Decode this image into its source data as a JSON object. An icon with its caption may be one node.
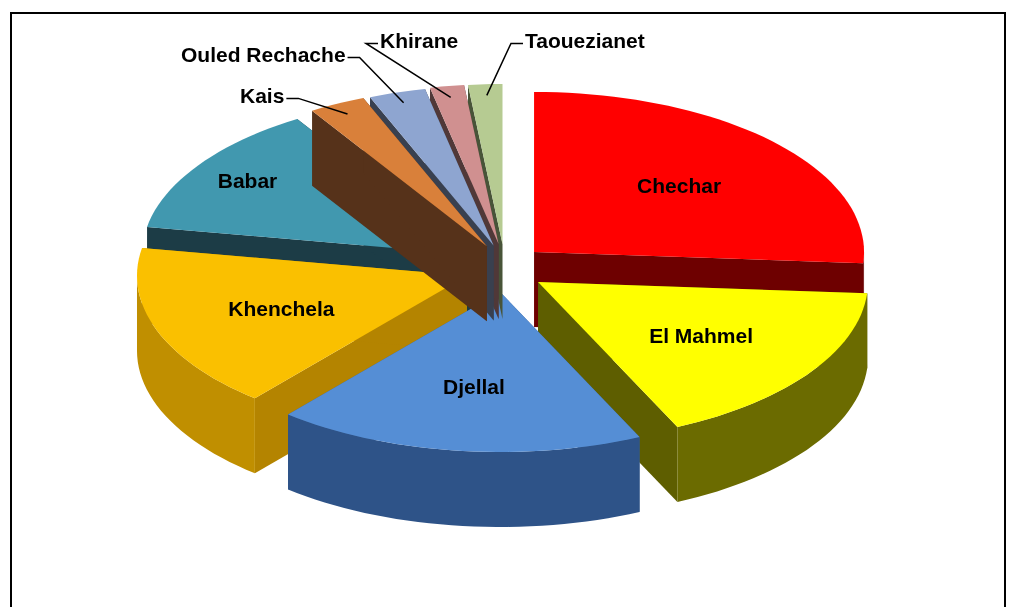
{
  "diagram": {
    "nodes": [
      {
        "text": [
          "Chechar"
        ]
      },
      {
        "text": [
          "El Mahmel"
        ]
      },
      {
        "text": [
          "Djellal"
        ]
      },
      {
        "text": [
          "Khenchela"
        ]
      },
      {
        "text": [
          "Babar"
        ]
      },
      {
        "text": [],
        "shape": "wedge"
      },
      {
        "text": [],
        "shape": "wedge"
      },
      {
        "text": [],
        "shape": "wedge"
      },
      {
        "text": [],
        "shape": "wedge"
      },
      {
        "text": [
          "Kais"
        ]
      },
      {
        "text": [
          "Ouled Rechache"
        ]
      },
      {
        "text": [
          "Khirane"
        ]
      },
      {
        "text": [
          "Taouezianet"
        ]
      }
    ],
    "edges": [
      {
        "from": 9,
        "to": 5,
        "arrow": "none"
      },
      {
        "from": 10,
        "to": 6,
        "arrow": "none"
      },
      {
        "from": 11,
        "to": 7,
        "arrow": "none"
      },
      {
        "from": 12,
        "to": 8,
        "arrow": "none"
      }
    ]
  }
}
